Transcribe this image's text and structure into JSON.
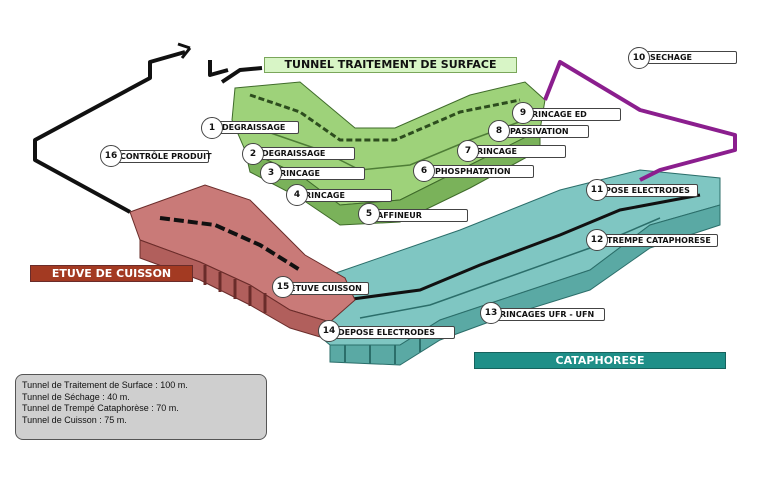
{
  "banners": {
    "tunnel": "TUNNEL TRAITEMENT DE SURFACE",
    "etuve": "ETUVE DE CUISSON",
    "cataphorese": "CATAPHORESE"
  },
  "stations": [
    {
      "num": "1",
      "label": "DEGRAISSAGE"
    },
    {
      "num": "2",
      "label": "DEGRAISSAGE"
    },
    {
      "num": "3",
      "label": "RINCAGE"
    },
    {
      "num": "4",
      "label": "RINCAGE"
    },
    {
      "num": "5",
      "label": "AFFINEUR"
    },
    {
      "num": "6",
      "label": "PHOSPHATATION"
    },
    {
      "num": "7",
      "label": "RINCAGE"
    },
    {
      "num": "8",
      "label": "PASSIVATION"
    },
    {
      "num": "9",
      "label": "RINCAGE ED"
    },
    {
      "num": "10",
      "label": "SECHAGE"
    },
    {
      "num": "11",
      "label": "POSE ELECTRODES"
    },
    {
      "num": "12",
      "label": "TREMPE CATAPHORESE"
    },
    {
      "num": "13",
      "label": "RINCAGES UFR - UFN"
    },
    {
      "num": "14",
      "label": "DEPOSE   ELECTRODES"
    },
    {
      "num": "15",
      "label": "ETUVE CUISSON"
    },
    {
      "num": "16",
      "label": "CONTRÔLE PRODUIT"
    }
  ],
  "info": [
    "Tunnel de Traitement de Surface : 100 m.",
    "Tunnel de Séchage : 40 m.",
    "Tunnel de Trempé Cataphorèse : 70 m.",
    "Tunnel de Cuisson : 75 m."
  ],
  "colors": {
    "tunnel_green": "#9ed27a",
    "tunnel_banner": "#d8f5c6",
    "etuve_red": "#c97a78",
    "etuve_banner": "#a33a22",
    "cataphorese_teal": "#7fc6c2",
    "cataphorese_banner": "#1f8f88",
    "conveyor_black": "#111111",
    "conveyor_purple": "#8b1e8e",
    "info_box": "#cfcfcf"
  }
}
